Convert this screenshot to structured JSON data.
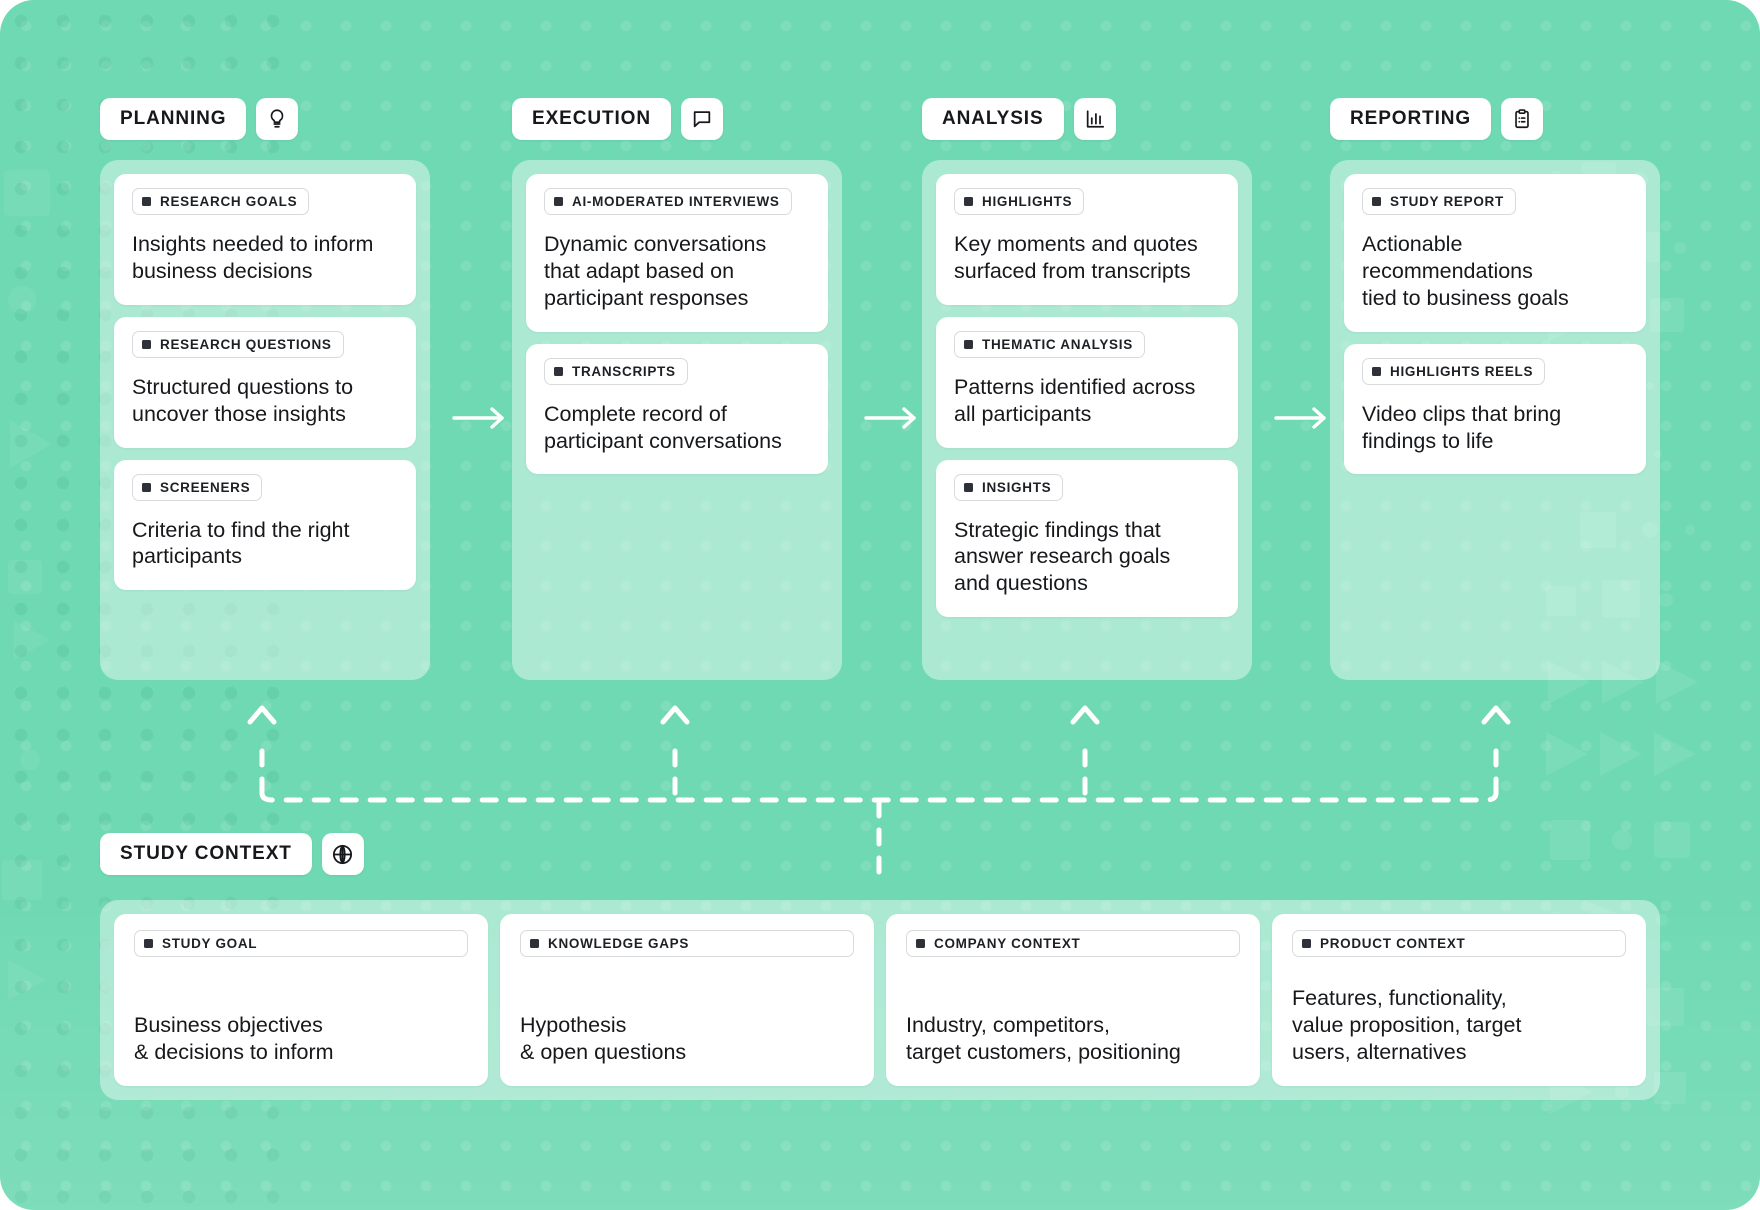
{
  "stages": [
    {
      "title": "PLANNING",
      "icon": "lightbulb-icon",
      "cards": [
        {
          "chip": "RESEARCH GOALS",
          "text": "Insights needed to inform\nbusiness decisions"
        },
        {
          "chip": "RESEARCH QUESTIONS",
          "text": "Structured questions to\nuncover those insights"
        },
        {
          "chip": "SCREENERS",
          "text": "Criteria to find the right\nparticipants"
        }
      ]
    },
    {
      "title": "EXECUTION",
      "icon": "speech-bubble-icon",
      "cards": [
        {
          "chip": "AI-MODERATED INTERVIEWS",
          "text": "Dynamic conversations\nthat adapt based on\nparticipant responses"
        },
        {
          "chip": "TRANSCRIPTS",
          "text": "Complete record of\nparticipant conversations"
        }
      ]
    },
    {
      "title": "ANALYSIS",
      "icon": "bar-chart-icon",
      "cards": [
        {
          "chip": "HIGHLIGHTS",
          "text": "Key moments and quotes\nsurfaced from transcripts"
        },
        {
          "chip": "THEMATIC ANALYSIS",
          "text": "Patterns identified across\nall participants"
        },
        {
          "chip": "INSIGHTS",
          "text": "Strategic findings that\nanswer research goals\nand questions"
        }
      ]
    },
    {
      "title": "REPORTING",
      "icon": "clipboard-list-icon",
      "cards": [
        {
          "chip": "STUDY REPORT",
          "text": "Actionable\nrecommendations\ntied to business goals"
        },
        {
          "chip": "HIGHLIGHTS REELS",
          "text": "Video clips that bring\nfindings to life"
        }
      ]
    }
  ],
  "context": {
    "title": "STUDY CONTEXT",
    "icon": "globe-icon",
    "cards": [
      {
        "chip": "STUDY GOAL",
        "text": "Business objectives\n& decisions to inform"
      },
      {
        "chip": "KNOWLEDGE GAPS",
        "text": "Hypothesis\n& open questions"
      },
      {
        "chip": "COMPANY CONTEXT",
        "text": "Industry, competitors,\ntarget customers, positioning"
      },
      {
        "chip": "PRODUCT CONTEXT",
        "text": "Features, functionality,\nvalue proposition, target\nusers, alternatives"
      }
    ]
  },
  "flow_arrows": [
    "arrow-right",
    "arrow-right",
    "arrow-right"
  ],
  "colors": {
    "background": "#6fd9b3",
    "panel": "rgba(255,255,255,0.42)",
    "card": "#ffffff",
    "text": "#16181b",
    "connector": "#ffffff"
  }
}
